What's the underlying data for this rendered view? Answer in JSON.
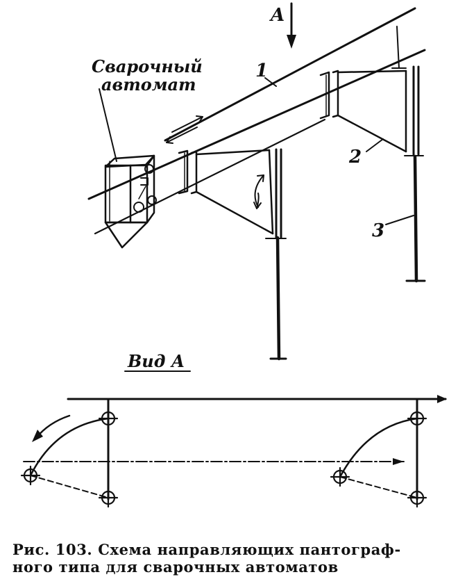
{
  "labels": {
    "view_arrow": "A",
    "welder_line1": "Сварочный",
    "welder_line2": "автомат",
    "marker_1": "1",
    "marker_2": "2",
    "marker_3": "3",
    "view_title": "Вид А"
  },
  "caption": {
    "line1": "Рис. 103. Схема направляющих пантограф-",
    "line2": "ного типа для сварочных автоматов"
  }
}
